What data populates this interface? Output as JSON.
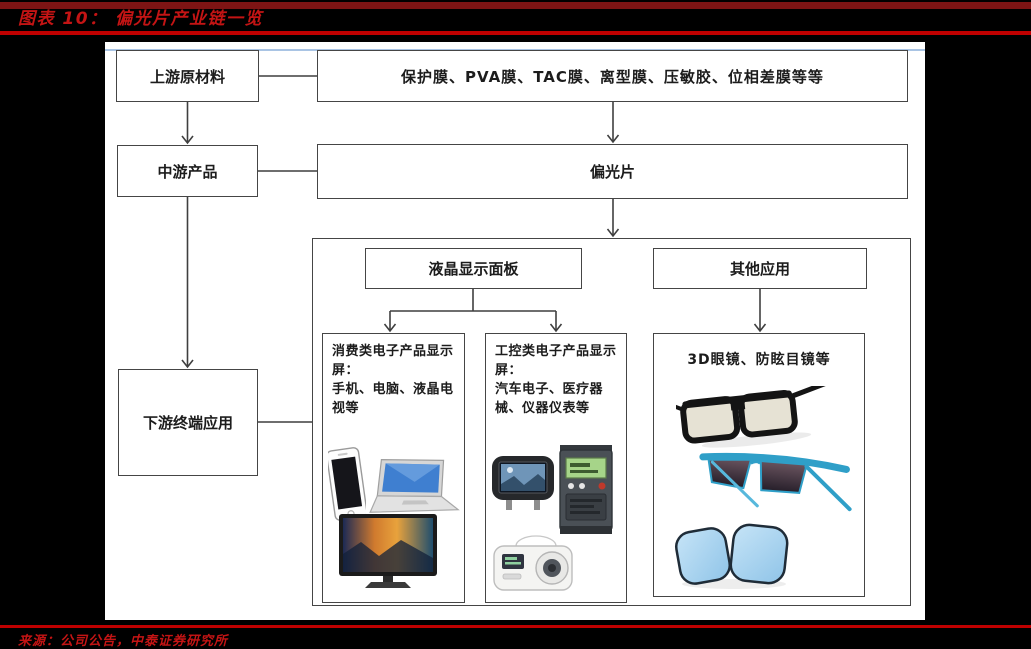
{
  "header": {
    "title": "图表 10： 偏光片产业链一览"
  },
  "footer": {
    "source": "来源：公司公告，中泰证券研究所"
  },
  "diagram": {
    "upstream": {
      "label": "上游原材料"
    },
    "upstream_detail": {
      "label": "保护膜、PVA膜、TAC膜、离型膜、压敏胶、位相差膜等等"
    },
    "midstream": {
      "label": "中游产品"
    },
    "polarizer": {
      "label": "偏光片"
    },
    "downstream": {
      "label": "下游终端应用"
    },
    "lcd_panel": {
      "label": "液晶显示面板"
    },
    "other_apps": {
      "label": "其他应用"
    },
    "consumer": {
      "title": "消费类电子产品显示屏：",
      "items": "手机、电脑、液晶电视等",
      "images": [
        "smartphone",
        "laptop",
        "tv"
      ]
    },
    "industrial": {
      "title": "工控类电子产品显示屏：",
      "items": "汽车电子、医疗器械、仪器仪表等",
      "images": [
        "car-headrest-monitor",
        "electric-meter",
        "blood-pressure-monitor"
      ]
    },
    "glasses": {
      "label": "3D眼镜、防眩目镜等",
      "images": [
        "3d-glasses-black",
        "sunglasses-blue",
        "lens-pair-blue"
      ]
    }
  },
  "colors": {
    "page_bg": "#000000",
    "accent_bar": "#7d1414",
    "title_red": "#c41414",
    "rule_red": "#bf0000",
    "figure_bg": "#ffffff",
    "box_border": "#454545",
    "text": "#1c1c1c",
    "artifact_blue": "#a9c4e4"
  }
}
